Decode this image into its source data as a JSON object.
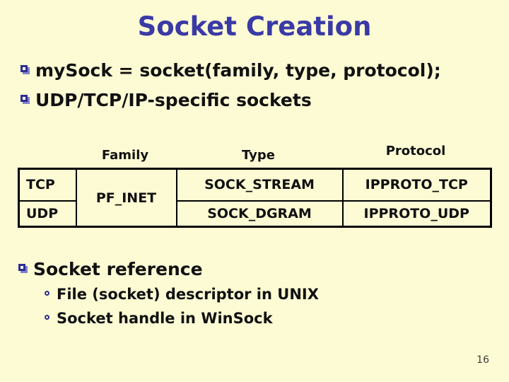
{
  "slide": {
    "title": "Socket Creation",
    "bullets": [
      "mySock = socket(family, type, protocol);",
      "UDP/TCP/IP-specific sockets"
    ],
    "table": {
      "headers": [
        "Family",
        "Type",
        "Protocol"
      ],
      "family": "PF_INET",
      "rows": [
        {
          "label": "TCP",
          "type": "SOCK_STREAM",
          "protocol": "IPPROTO_TCP"
        },
        {
          "label": "UDP",
          "type": "SOCK_DGRAM",
          "protocol": "IPPROTO_UDP"
        }
      ]
    },
    "reference": {
      "heading": "Socket reference",
      "items": [
        "File (socket) descriptor in UNIX",
        "Socket handle in WinSock"
      ]
    },
    "page_number": "16"
  },
  "colors": {
    "background": "#FDFBD4",
    "title_text": "#3A3AA6",
    "body_text": "#111111",
    "bullet_outline": "#2E2E8F",
    "bullet_shadow": "#8080CC",
    "table_border": "#000000",
    "page_number": "#3C3C3C"
  }
}
